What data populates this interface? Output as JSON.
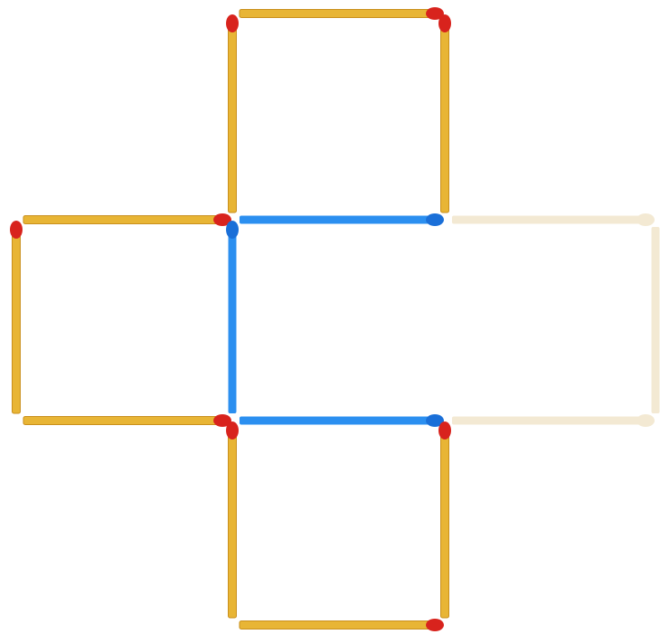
{
  "puzzle": {
    "colors": {
      "normal_stick": "#e8b535",
      "normal_stick_edge": "#c98f1c",
      "normal_head": "#d8231d",
      "highlight_stick": "#2b8ff0",
      "highlight_head": "#1a6fd8",
      "ghost_stick": "#f3e9d3",
      "ghost_head": "#f3e9d3"
    },
    "matchsticks": [
      {
        "name": "top-square-top",
        "state": "normal",
        "orientation": "horizontal",
        "head": "end"
      },
      {
        "name": "top-square-left",
        "state": "normal",
        "orientation": "vertical",
        "head": "start"
      },
      {
        "name": "top-square-right",
        "state": "normal",
        "orientation": "vertical",
        "head": "start"
      },
      {
        "name": "left-square-top",
        "state": "normal",
        "orientation": "horizontal",
        "head": "end"
      },
      {
        "name": "left-square-left",
        "state": "normal",
        "orientation": "vertical",
        "head": "start"
      },
      {
        "name": "left-square-bottom",
        "state": "normal",
        "orientation": "horizontal",
        "head": "end"
      },
      {
        "name": "center-square-top",
        "state": "highlight",
        "orientation": "horizontal",
        "head": "end"
      },
      {
        "name": "center-square-left",
        "state": "highlight",
        "orientation": "vertical",
        "head": "start"
      },
      {
        "name": "center-square-bottom",
        "state": "highlight",
        "orientation": "horizontal",
        "head": "end"
      },
      {
        "name": "right-square-top",
        "state": "ghost",
        "orientation": "horizontal",
        "head": "end"
      },
      {
        "name": "right-square-right",
        "state": "ghost",
        "orientation": "vertical",
        "head": "none"
      },
      {
        "name": "right-square-bottom",
        "state": "ghost",
        "orientation": "horizontal",
        "head": "end"
      },
      {
        "name": "bottom-square-left",
        "state": "normal",
        "orientation": "vertical",
        "head": "start"
      },
      {
        "name": "bottom-square-right",
        "state": "normal",
        "orientation": "vertical",
        "head": "start"
      },
      {
        "name": "bottom-square-bottom",
        "state": "normal",
        "orientation": "horizontal",
        "head": "end"
      }
    ]
  }
}
